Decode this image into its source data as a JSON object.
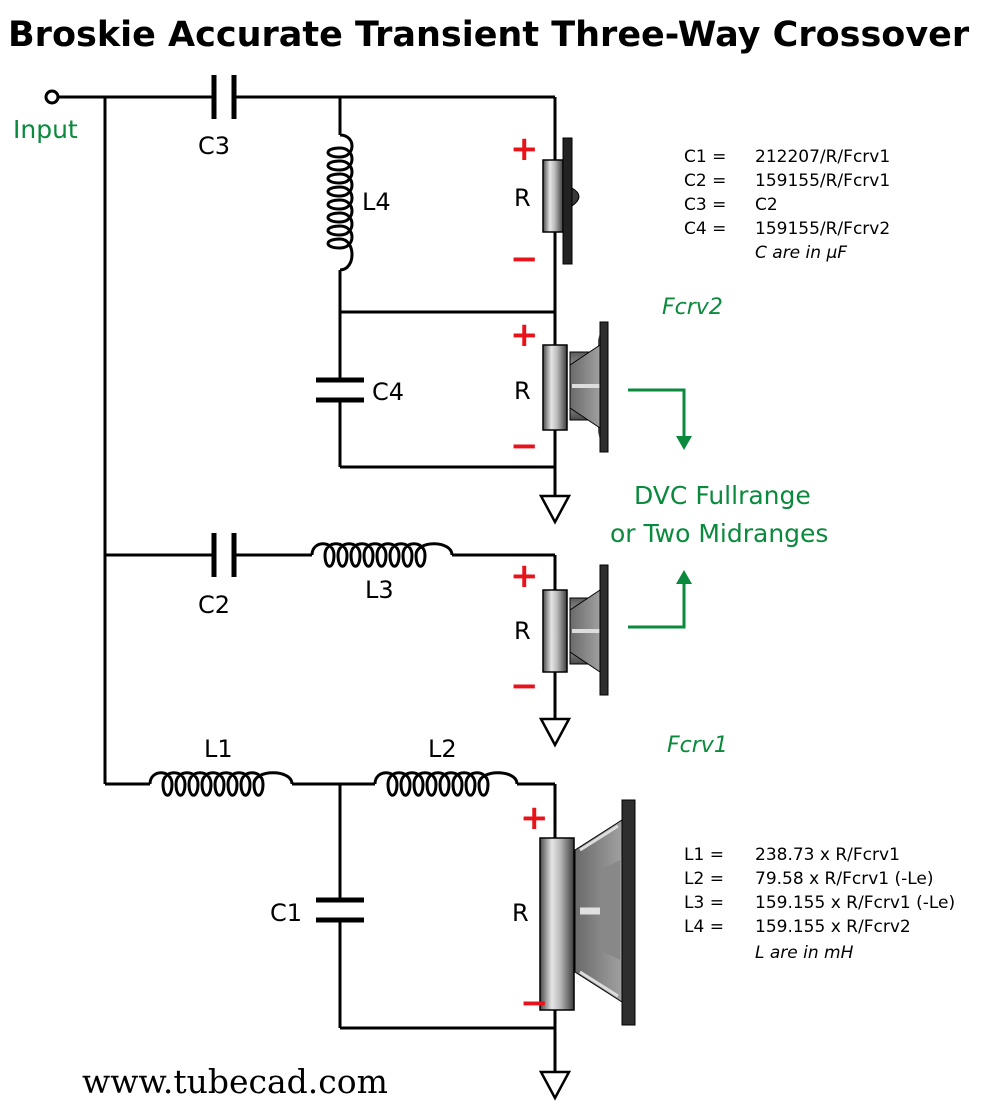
{
  "title": "Broskie Accurate Transient Three-Way Crossover",
  "input_label": "Input",
  "components": {
    "c1": "C1",
    "c2": "C2",
    "c3": "C3",
    "c4": "C4",
    "l1": "L1",
    "l2": "L2",
    "l3": "L3",
    "l4": "L4"
  },
  "driver_label": "R",
  "polarity": {
    "plus": "+",
    "minus": "−"
  },
  "fcrv2_label": "Fcrv2",
  "fcrv1_label": "Fcrv1",
  "dvc_note": [
    "DVC Fullrange",
    "or Two Midranges"
  ],
  "cap_formulas": [
    {
      "name": "C1 =",
      "value": "212207/R/Fcrv1"
    },
    {
      "name": "C2 =",
      "value": "159155/R/Fcrv1"
    },
    {
      "name": "C3 =",
      "value": "C2"
    },
    {
      "name": "C4 =",
      "value": "159155/R/Fcrv2"
    }
  ],
  "cap_units": "C are in µF",
  "ind_formulas": [
    {
      "name": "L1 =",
      "value": "238.73 x R/Fcrv1"
    },
    {
      "name": "L2 =",
      "value": "79.58 x R/Fcrv1 (-Le)"
    },
    {
      "name": "L3 =",
      "value": "159.155 x R/Fcrv1 (-Le)"
    },
    {
      "name": "L4 =",
      "value": "159.155 x R/Fcrv2"
    }
  ],
  "ind_units": "L are in mH",
  "website": "www.tubecad.com",
  "colors": {
    "wire": "#000000",
    "accent_green": "#0a8a3c",
    "polarity_red": "#e8121a"
  }
}
